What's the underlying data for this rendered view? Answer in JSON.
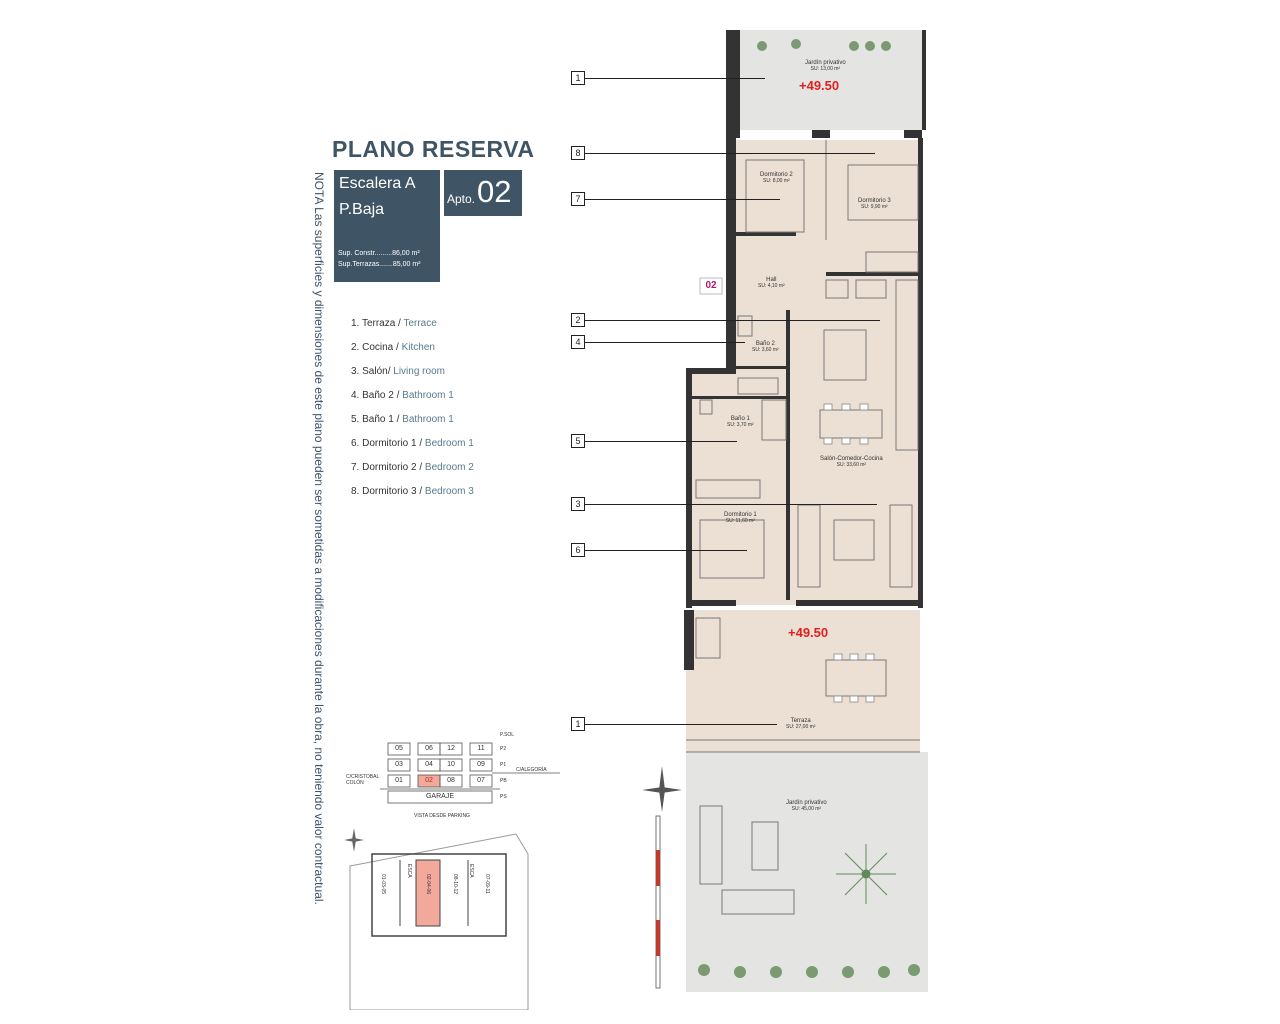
{
  "header": {
    "title": "PLANO RESERVA",
    "escalera": "Escalera A",
    "planta": "P.Baja",
    "apto_label": "Apto.",
    "apto_number": "02",
    "sup_constr": "Sup. Constr.........86,00 m²",
    "sup_terrazas": "Sup.Terrazas.......85,00 m²"
  },
  "nota": "NOTA Las superficies y dimensiones de este plano pueden ser sometidas a modificaciones durante la obra, no teniendo valor contractual.",
  "legend": [
    {
      "es": "1.  Terraza / ",
      "en": "Terrace"
    },
    {
      "es": "2.  Cocina / ",
      "en": "Kitchen"
    },
    {
      "es": "3.  Salón/ ",
      "en": "Living room"
    },
    {
      "es": "4.  Baño 2 / ",
      "en": "Bathroom 1"
    },
    {
      "es": "5.  Baño 1 / ",
      "en": "Bathroom 1"
    },
    {
      "es": "6.  Dormitorio 1 / ",
      "en": "Bedroom 1"
    },
    {
      "es": "7.  Dormitorio 2 / ",
      "en": "Bedroom 2"
    },
    {
      "es": "8.  Dormitorio 3 / ",
      "en": "Bedroom 3"
    }
  ],
  "callouts": [
    "1",
    "8",
    "7",
    "2",
    "4",
    "5",
    "3",
    "6",
    "1"
  ],
  "rooms": {
    "jardin_top": {
      "name": "Jardín privativo",
      "area": "SU: 13,00 m²"
    },
    "dorm2": {
      "name": "Dormitorio 2",
      "area": "SU: 8,00 m²"
    },
    "dorm3": {
      "name": "Dormitorio 3",
      "area": "SU: 9,90 m²"
    },
    "hall": {
      "name": "Hall",
      "area": "SU: 4,10 m²"
    },
    "bano2": {
      "name": "Baño 2",
      "area": "SU: 3,60 m²"
    },
    "bano1": {
      "name": "Baño 1",
      "area": "SU: 3,70 m²"
    },
    "salon": {
      "name": "Salón-Comedor-Cocina",
      "area": "SU: 33,60 m²"
    },
    "dorm1": {
      "name": "Dormitorio 1",
      "area": "SU: 11,60 m²"
    },
    "terraza": {
      "name": "Terraza",
      "area": "SU: 27,00 m²"
    },
    "jardin_bottom": {
      "name": "Jardín privativo",
      "area": "SU: 45,00 m²"
    }
  },
  "apt_tag": "02",
  "elevation_top": "+49.50",
  "elevation_terrace": "+49.50",
  "building_grid": {
    "rows": [
      [
        "05",
        "06",
        "12",
        "11"
      ],
      [
        "03",
        "04",
        "10",
        "09"
      ],
      [
        "01",
        "02",
        "08",
        "07"
      ]
    ],
    "floor_labels": [
      "P.SOL",
      "P2",
      "P1",
      "PB",
      "PS"
    ],
    "garaje": "GARAJE",
    "street_left": "C/CRISTOBAL COLÓN",
    "street_right": "C/ALEGORÍA",
    "caption": "VISTA DESDE PARKING",
    "highlight_color": "#f2a89a"
  },
  "site_plan_labels": [
    "01-03-05",
    "02-04-06",
    "08-10-12",
    "07-09-11",
    "ESCA",
    "ESCA"
  ],
  "colors": {
    "brand": "#3f5566",
    "floor": "#ecdfd4",
    "garden": "#e4e4e2",
    "wall": "#333333",
    "elevation": "#e02020"
  }
}
